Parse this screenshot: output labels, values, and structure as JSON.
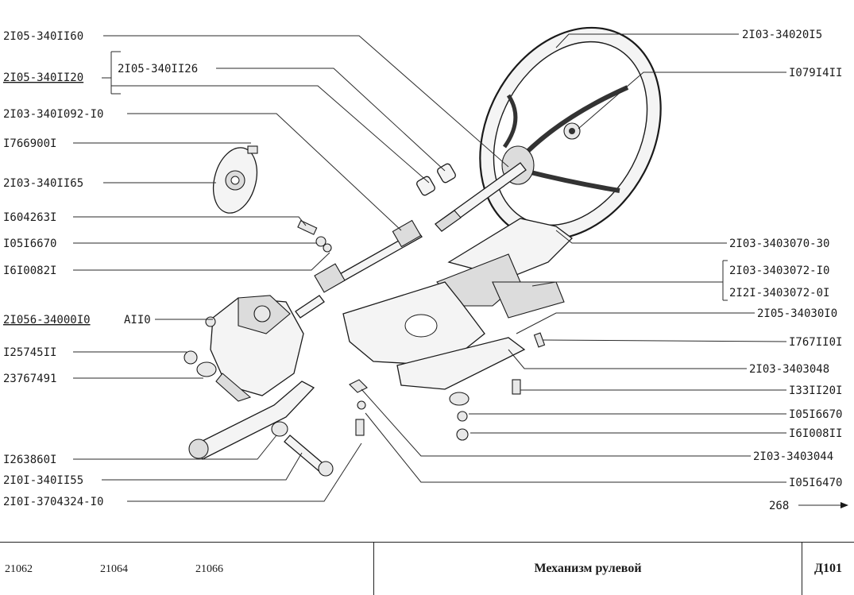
{
  "left_labels": [
    "2I05-340II60",
    "2I05-340II20",
    "2I05-340II26",
    "2I03-340I092-I0",
    "I766900I",
    "2I03-340II65",
    "I604263I",
    "I05I6670",
    "I6I0082I",
    "2I056-34000I0",
    "AII0",
    "I25745II",
    "23767491",
    "I263860I",
    "2I0I-340II55",
    "2I0I-3704324-I0"
  ],
  "right_labels": [
    "2I03-34020I5",
    "I079I4II",
    "2I03-3403070-30",
    "2I03-3403072-I0",
    "2I2I-3403072-0I",
    "2I05-34030I0",
    "I767II0I",
    "2I03-3403048",
    "I33II20I",
    "I05I6670",
    "I6I008II",
    "2I03-3403044",
    "I05I6470"
  ],
  "page_ref": "268",
  "title_block": {
    "models": [
      "21062",
      "21064",
      "21066"
    ],
    "title": "Механизм рулевой",
    "code": "Д101"
  }
}
